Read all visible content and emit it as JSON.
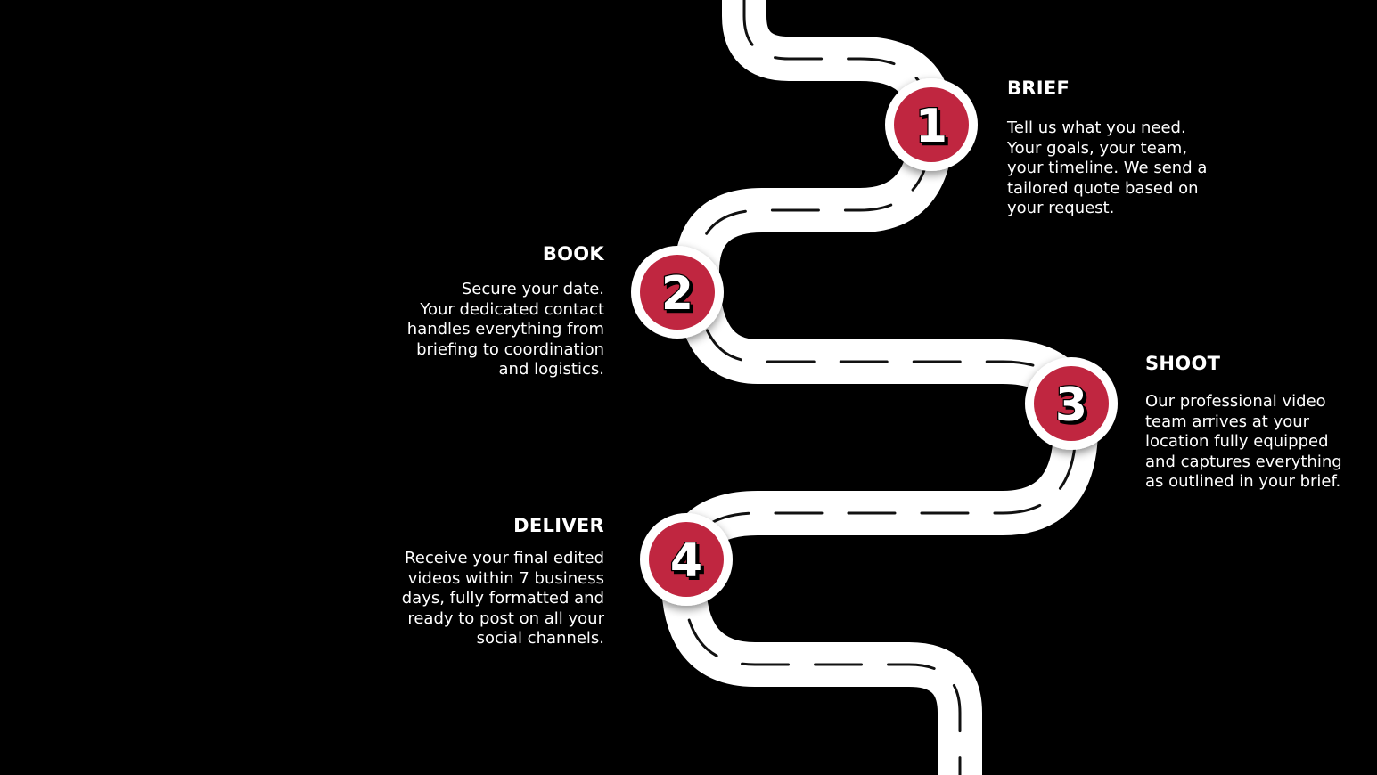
{
  "colors": {
    "background": "#000000",
    "road": "#ffffff",
    "lane_marking": "#111111",
    "marker_fill": "#c0263f",
    "marker_ring": "#ffffff",
    "text": "#ffffff"
  },
  "steps": [
    {
      "number": "1",
      "title": "BRIEF",
      "description": "Tell us what you need.\nYour goals, your team,\nyour timeline. We send a\ntailored quote based on\nyour request."
    },
    {
      "number": "2",
      "title": "BOOK",
      "description": "Secure your date.\nYour dedicated contact\nhandles everything from\nbriefing to coordination\nand logistics."
    },
    {
      "number": "3",
      "title": "SHOOT",
      "description": "Our professional video\nteam arrives at your\nlocation fully equipped\nand captures everything\nas outlined in your brief."
    },
    {
      "number": "4",
      "title": "DELIVER",
      "description": "Receive your final edited\nvideos within 7 business\ndays, fully formatted and\nready to post on all your\nsocial channels."
    }
  ]
}
